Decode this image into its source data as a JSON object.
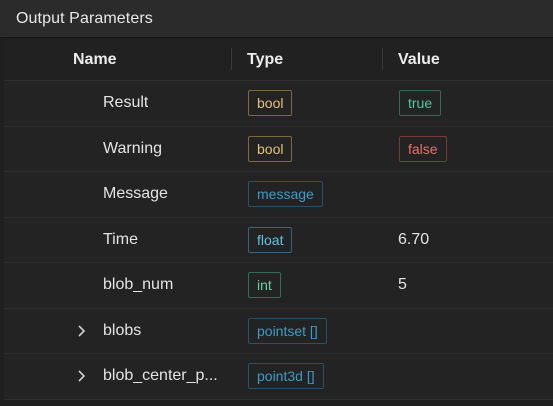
{
  "panel": {
    "title": "Output Parameters"
  },
  "columns": {
    "name": "Name",
    "type": "Type",
    "value": "Value"
  },
  "colors": {
    "bool": "#e3c27a",
    "bool_border": "#7a6a3e",
    "true_text": "#4cc9a0",
    "true_border": "#2f6b56",
    "false_text": "#e5736b",
    "false_border": "#7a3a36",
    "message_text": "#3a9cc9",
    "message_border": "#24536b",
    "float_text": "#62c3e6",
    "float_border": "#2c6680",
    "int_text": "#5fd6a0",
    "int_border": "#2f6d54",
    "pointset_text": "#3a9cc9",
    "pointset_border": "#24536b"
  },
  "rows": [
    {
      "name": "Result",
      "type": "bool",
      "value": "true",
      "expandable": false
    },
    {
      "name": "Warning",
      "type": "bool",
      "value": "false",
      "expandable": false
    },
    {
      "name": "Message",
      "type": "message",
      "value": "",
      "expandable": false
    },
    {
      "name": "Time",
      "type": "float",
      "value": "6.70",
      "expandable": false
    },
    {
      "name": "blob_num",
      "type": "int",
      "value": "5",
      "expandable": false
    },
    {
      "name": "blobs",
      "type": "pointset []",
      "value": "",
      "expandable": true
    },
    {
      "name": "blob_center_p...",
      "type": "point3d []",
      "value": "",
      "expandable": true
    }
  ],
  "icons": {
    "expand": "chevron-right-icon"
  }
}
